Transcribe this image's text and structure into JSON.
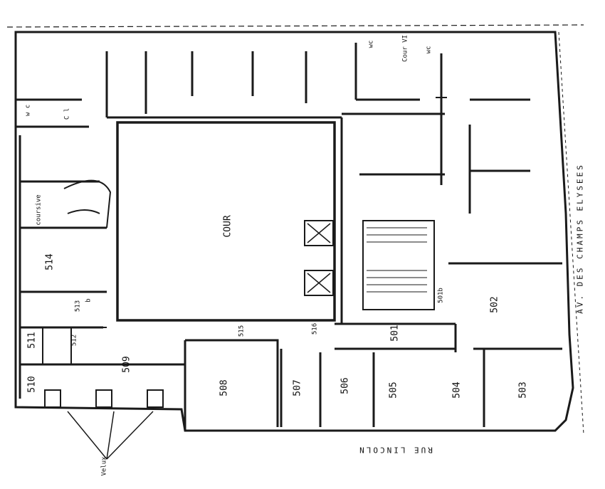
{
  "rooms": {
    "r501": "501",
    "r501b": "501b",
    "r502": "502",
    "r503": "503",
    "r504": "504",
    "r505": "505",
    "r506": "506",
    "r507": "507",
    "r508": "508",
    "r509": "509",
    "r510": "510",
    "r511": "511",
    "r512": "512",
    "r513": "513",
    "r514": "514",
    "r515": "515",
    "r516": "516"
  },
  "areas": {
    "cour": "COUR",
    "wc": "wc",
    "wc_vc": "w c",
    "c_l": "C l",
    "coursive": "coursive",
    "b": "b",
    "wc_small": "wc",
    "cour_vi": "Cour VI",
    "cl": "Cl"
  },
  "streets": {
    "champs": "AV. DES  CHAMPS ELYSEES",
    "lincoln": "RUE  LINCOLN"
  },
  "annotations": {
    "velux": "Velux"
  },
  "colors": {
    "ink": "#1a1a1a",
    "paper": "#ffffff"
  }
}
